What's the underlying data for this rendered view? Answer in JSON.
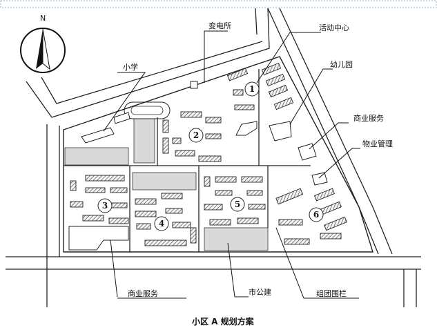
{
  "title": "小区 A 规划方案",
  "north": "N",
  "labels": {
    "substation": "变电所",
    "activity_center": "活动中心",
    "primary_school": "小学",
    "kindergarten": "幼儿园",
    "commercial_service_right": "商业服务",
    "property_management": "物业管理",
    "commercial_service_bottom": "商业服务",
    "municipal_building": "市公建",
    "cluster_fence": "组团围栏"
  },
  "clusters": [
    "1",
    "2",
    "3",
    "4",
    "5",
    "6"
  ]
}
